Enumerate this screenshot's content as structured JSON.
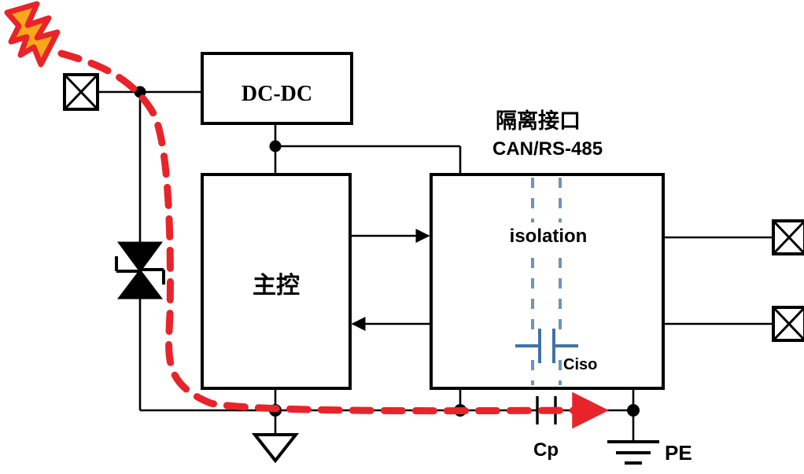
{
  "diagram": {
    "title": "EMC surge coupling path in isolated CAN/RS-485 interface board",
    "colors": {
      "wire": "#000000",
      "surge_path": "#e8242a",
      "bolt_fill": "#f7a81b",
      "bolt_stroke": "#e8242a",
      "isolation_barrier": "#6d93bd",
      "isolation_cap": "#3f72a8",
      "background": "#ffffff"
    },
    "blocks": [
      {
        "id": "dcdc",
        "label": "DC-DC",
        "style": "serif-bold"
      },
      {
        "id": "mcu",
        "label": "主控",
        "style": "cn-bold"
      },
      {
        "id": "isolation",
        "label": "isolation",
        "style": "sans-bold"
      }
    ],
    "annotations": {
      "interface_title_cn": "隔离接口",
      "interface_title_en": "CAN/RS-485",
      "isolation_cap_label": "Ciso",
      "parasitic_cap_label": "Cp",
      "pe_label": "PE"
    },
    "terminals": [
      {
        "id": "terminal-input-left",
        "position": "left-top"
      },
      {
        "id": "terminal-bus-right-upper",
        "position": "right-upper"
      },
      {
        "id": "terminal-bus-right-lower",
        "position": "right-lower"
      }
    ],
    "components": [
      {
        "id": "tvs-diode",
        "type": "bidirectional-tvs",
        "label": ""
      },
      {
        "id": "signal-ground",
        "type": "chassis-triangle-ground",
        "label": ""
      },
      {
        "id": "earth-ground",
        "type": "earth-ground",
        "label": "PE"
      },
      {
        "id": "cap-parasitic",
        "type": "capacitor",
        "label": "Cp"
      },
      {
        "id": "cap-isolation",
        "type": "capacitor",
        "label": "Ciso"
      }
    ],
    "signal_arrows": [
      {
        "id": "mcu-to-isolation",
        "direction": "right"
      },
      {
        "id": "isolation-to-mcu",
        "direction": "left"
      }
    ],
    "surge_path": {
      "id": "surge-current-path",
      "from": "lightning-strike",
      "to": "PE",
      "style": "red-dashed-arrow"
    }
  }
}
